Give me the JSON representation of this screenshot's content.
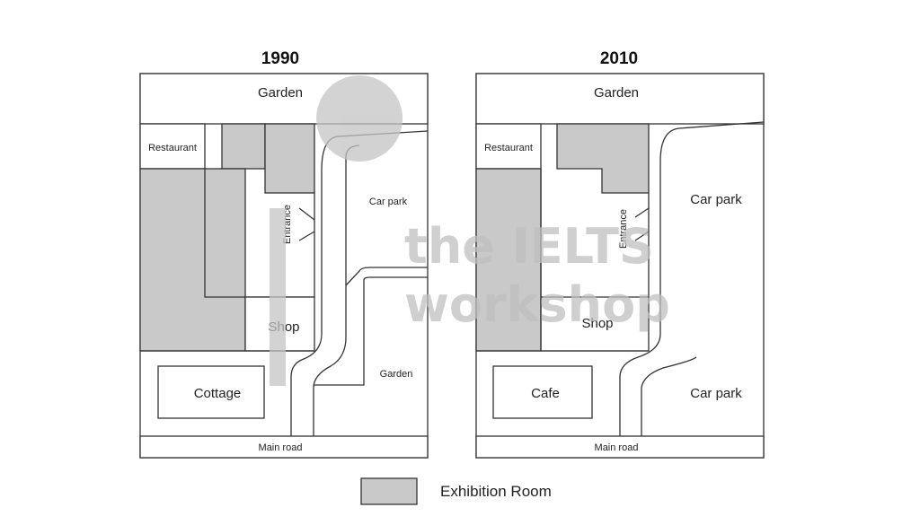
{
  "maps": [
    {
      "year": "1990",
      "labels": {
        "garden_top": "Garden",
        "restaurant": "Restaurant",
        "entrance": "Entrance",
        "car_park": "Car park",
        "shop": "Shop",
        "cottage": "Cottage",
        "garden_right": "Garden",
        "main_road": "Main road"
      }
    },
    {
      "year": "2010",
      "labels": {
        "garden_top": "Garden",
        "restaurant": "Restaurant",
        "entrance": "Entrance",
        "car_park_top": "Car park",
        "shop": "Shop",
        "cafe": "Cafe",
        "car_park_bottom": "Car park",
        "main_road": "Main road"
      }
    }
  ],
  "legend": {
    "label": "Exhibition Room",
    "color": "#c9c9c9"
  },
  "watermark": {
    "line1": "the IELTS",
    "line2": "workshop"
  }
}
